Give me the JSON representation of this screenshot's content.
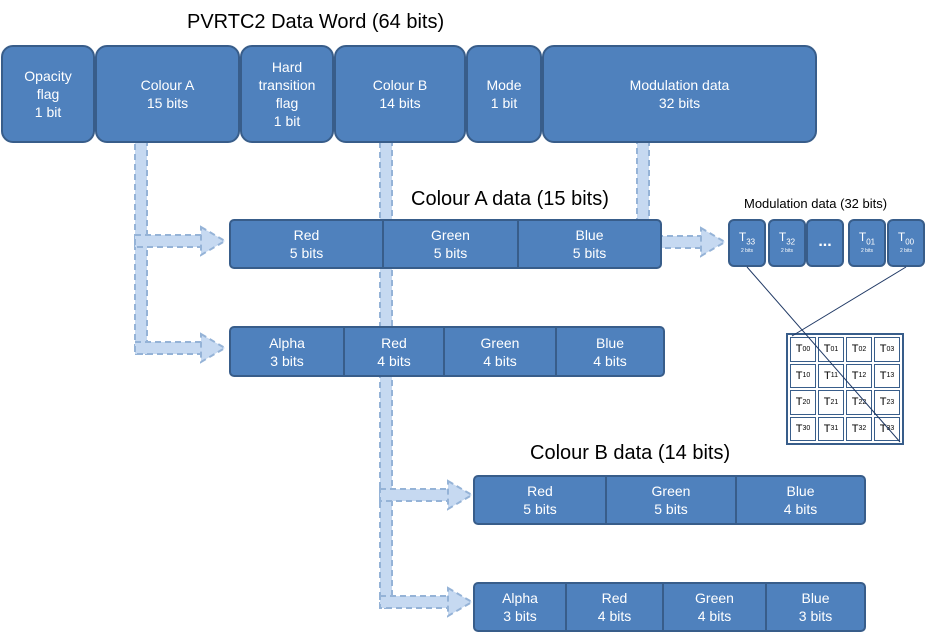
{
  "title": "PVRTC2 Data Word (64 bits)",
  "word_fields": [
    {
      "label": "Opacity\nflag\n1 bit"
    },
    {
      "label": "Colour A\n15 bits"
    },
    {
      "label": "Hard\ntransition\nflag\n1 bit"
    },
    {
      "label": "Colour B\n14 bits"
    },
    {
      "label": "Mode\n1 bit"
    },
    {
      "label": "Modulation data\n32 bits"
    }
  ],
  "colour_a": {
    "title": "Colour A data (15 bits)",
    "opaque_fields": [
      {
        "label": "Red\n5 bits"
      },
      {
        "label": "Green\n5 bits"
      },
      {
        "label": "Blue\n5 bits"
      }
    ],
    "translucent_fields": [
      {
        "label": "Alpha\n3 bits"
      },
      {
        "label": "Red\n4 bits"
      },
      {
        "label": "Green\n4 bits"
      },
      {
        "label": "Blue\n4 bits"
      }
    ]
  },
  "colour_b": {
    "title": "Colour B data (14 bits)",
    "opaque_fields": [
      {
        "label": "Red\n5 bits"
      },
      {
        "label": "Green\n5 bits"
      },
      {
        "label": "Blue\n4 bits"
      }
    ],
    "translucent_fields": [
      {
        "label": "Alpha\n3 bits"
      },
      {
        "label": "Red\n4 bits"
      },
      {
        "label": "Green\n4 bits"
      },
      {
        "label": "Blue\n3 bits"
      }
    ]
  },
  "modulation": {
    "title": "Modulation data (32 bits)",
    "ellipsis": "...",
    "cell_size": "2 bits",
    "cells": [
      {
        "symbol": "T",
        "index": "33"
      },
      {
        "symbol": "T",
        "index": "32"
      },
      {
        "symbol": "T",
        "index": "01"
      },
      {
        "symbol": "T",
        "index": "00"
      }
    ],
    "grid": [
      [
        "00",
        "01",
        "02",
        "03"
      ],
      [
        "10",
        "11",
        "12",
        "13"
      ],
      [
        "20",
        "21",
        "22",
        "23"
      ],
      [
        "30",
        "31",
        "32",
        "33"
      ]
    ],
    "grid_symbol": "T"
  },
  "colors": {
    "box_fill": "#4f81bd",
    "box_border": "#385d8a",
    "arrow_fill": "#b9cde5",
    "arrow_dash": "#8eaadb"
  }
}
